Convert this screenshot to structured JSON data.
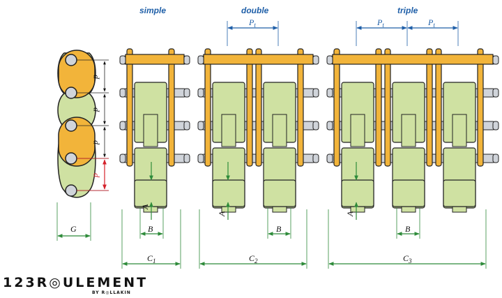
{
  "headers": {
    "simple": "simple",
    "double": "double",
    "triple": "triple"
  },
  "labels": {
    "p": "p",
    "pt": "P",
    "pt_sub": "t",
    "A": "A",
    "B": "B",
    "G": "G",
    "C1": "C",
    "C1_sub": "1",
    "C2": "C",
    "C2_sub": "2",
    "C3": "C",
    "C3_sub": "3"
  },
  "logo": {
    "text": "123R◎ULEMENT",
    "subtitle": "BY R◎LLAKIN"
  },
  "colors": {
    "outer_plate": "#f2b43a",
    "inner_plate": "#cfe1a2",
    "pin": "#d0d4da",
    "dim_green": "#2e8b3a",
    "dim_blue": "#1f5fa8",
    "dim_red": "#d4212a",
    "header_blue": "#1f5fa8"
  }
}
